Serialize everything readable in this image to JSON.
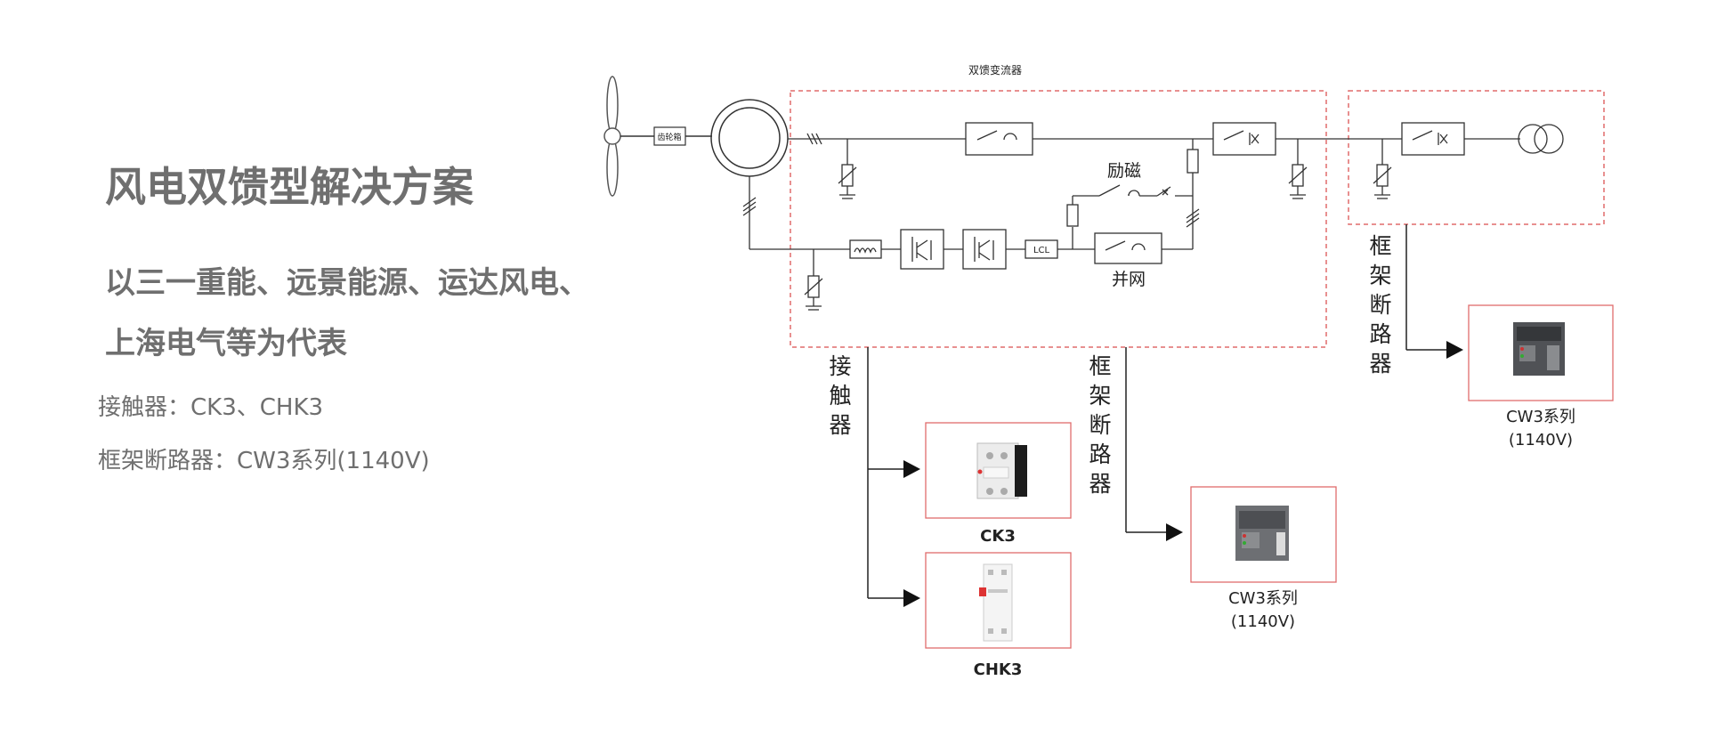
{
  "heading": {
    "title": "风电双馈型解决方案",
    "subtitle_line1": "以三一重能、远景能源、运达风电、",
    "subtitle_line2": "上海电气等为代表",
    "contactor_line": "接触器：CK3、CHK3",
    "breaker_line": "框架断路器：CW3系列(1140V)"
  },
  "diagram": {
    "converter_label": "双馈变流器",
    "gearbox_label": "齿轮箱",
    "excitation_label": "励磁",
    "grid_label": "并网",
    "lcl_label": "LCL",
    "contactor_vertical": [
      "接",
      "触",
      "器"
    ],
    "breaker_vertical_mid": [
      "框",
      "架",
      "断",
      "路",
      "器"
    ],
    "breaker_vertical_right": [
      "框",
      "架",
      "断",
      "路",
      "器"
    ]
  },
  "products": {
    "ck3": "CK3",
    "chk3": "CHK3",
    "cw3_mid_name": "CW3系列",
    "cw3_mid_volt": "(1140V)",
    "cw3_right_name": "CW3系列",
    "cw3_right_volt": "(1140V)"
  },
  "colors": {
    "accent_red": "#e06c6c",
    "text_gray": "#6f6f6f",
    "line": "#333333"
  }
}
